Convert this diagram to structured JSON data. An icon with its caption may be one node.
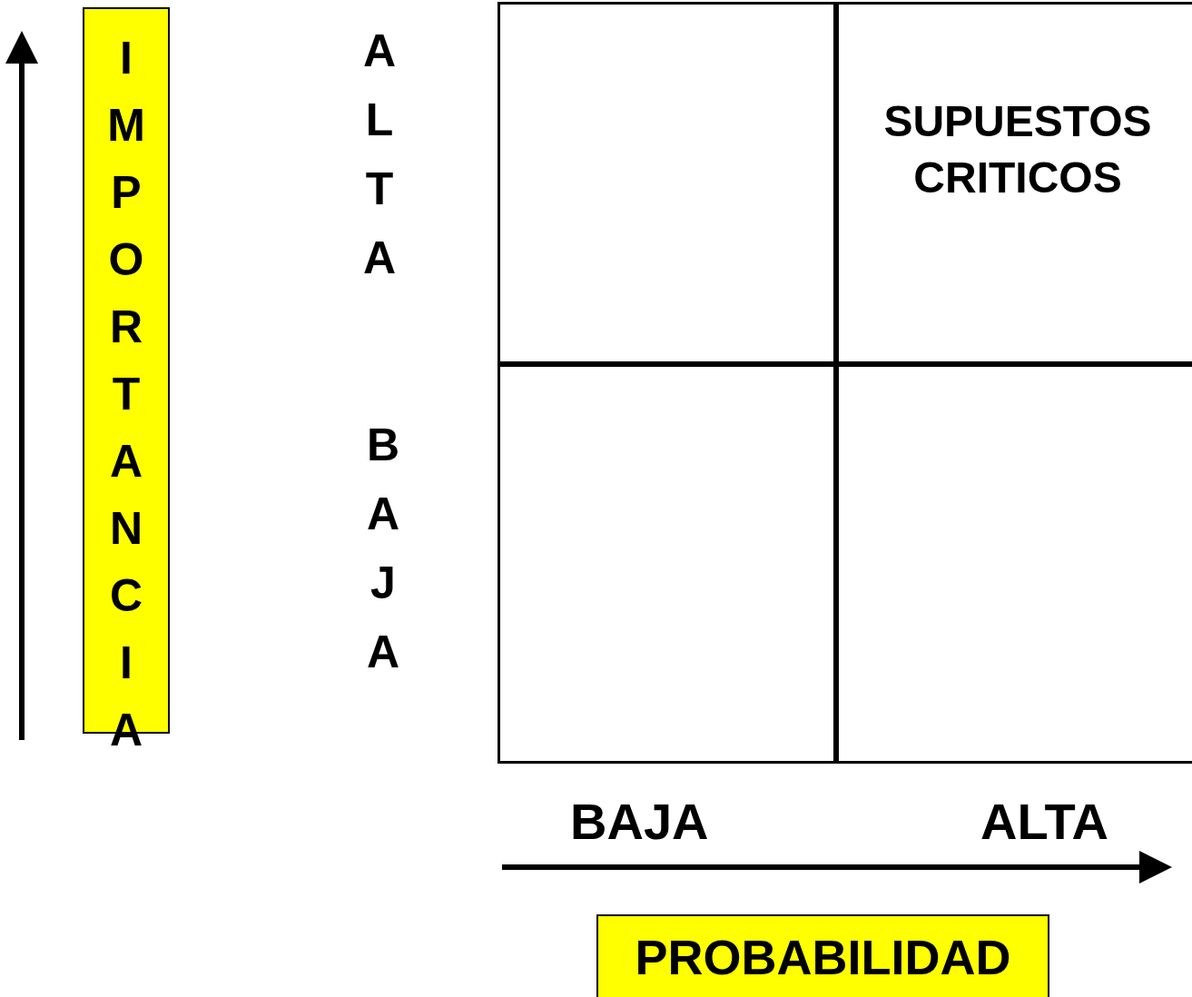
{
  "diagram": {
    "nodes": [
      {
        "text": [
          "IMPORTANCIA"
        ]
      },
      {
        "text": [],
        "shape": "box"
      },
      {
        "text": [
          "SUPUESTOS CRITICOS"
        ]
      },
      {
        "text": [],
        "shape": "box"
      },
      {
        "text": [],
        "shape": "box"
      },
      {
        "text": [
          "PROBABILIDAD"
        ]
      }
    ],
    "edges": [],
    "labels": [
      "ALTA",
      "BAJA",
      "BAJA",
      "ALTA"
    ]
  }
}
